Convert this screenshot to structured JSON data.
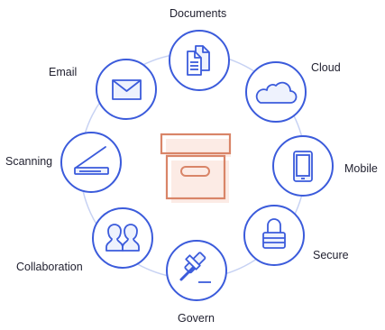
{
  "diagram": {
    "colors": {
      "node_stroke": "#3b5bdb",
      "ring": "#c7d2f3",
      "center_stroke": "#d98568",
      "center_fill": "#fbe3da"
    },
    "center": {
      "name": "storage-box",
      "icon": "archive-box-icon"
    },
    "nodes": [
      {
        "key": "documents",
        "label": "Documents",
        "icon": "documents-icon"
      },
      {
        "key": "cloud",
        "label": "Cloud",
        "icon": "cloud-icon"
      },
      {
        "key": "mobile",
        "label": "Mobile",
        "icon": "mobile-phone-icon"
      },
      {
        "key": "secure",
        "label": "Secure",
        "icon": "padlock-icon"
      },
      {
        "key": "govern",
        "label": "Govern",
        "icon": "gavel-icon"
      },
      {
        "key": "collaboration",
        "label": "Collaboration",
        "icon": "people-icon"
      },
      {
        "key": "scanning",
        "label": "Scanning",
        "icon": "scanner-icon"
      },
      {
        "key": "email",
        "label": "Email",
        "icon": "envelope-icon"
      }
    ]
  }
}
